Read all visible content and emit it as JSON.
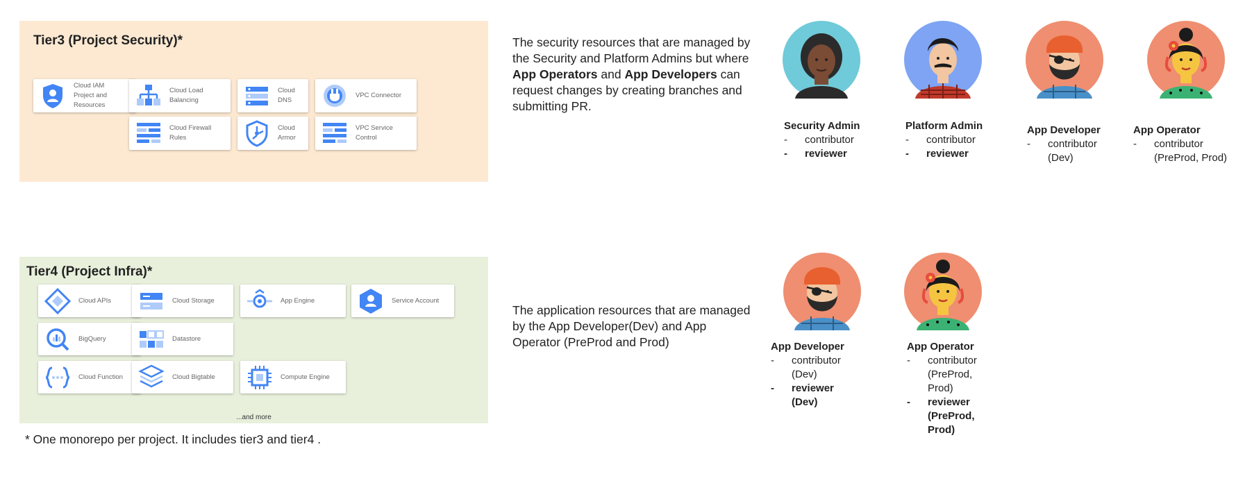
{
  "tier3": {
    "title": "Tier3 (Project Security)*",
    "cards": [
      {
        "icon": "cloud-iam-icon",
        "lines": [
          "Cloud IAM",
          "Project and Resources"
        ]
      },
      {
        "icon": "cloud-load-balancing-icon",
        "lines": [
          "Cloud Load Balancing"
        ]
      },
      {
        "icon": "cloud-dns-icon",
        "lines": [
          "Cloud DNS"
        ]
      },
      {
        "icon": "vpc-connector-icon",
        "lines": [
          "VPC Connector"
        ]
      },
      {
        "icon": "cloud-firewall-rules-icon",
        "lines": [
          "Cloud Firewall Rules"
        ]
      },
      {
        "icon": "cloud-armor-icon",
        "lines": [
          "Cloud Armor"
        ]
      },
      {
        "icon": "vpc-service-control-icon",
        "lines": [
          "VPC Service Control"
        ]
      }
    ],
    "description_parts": [
      {
        "text": "The security resources that are managed by the Security and Platform Admins but where ",
        "bold": false
      },
      {
        "text": "App Operators",
        "bold": true
      },
      {
        "text": " and ",
        "bold": false
      },
      {
        "text": "App Developers",
        "bold": true
      },
      {
        "text": " can request changes by creating branches and submitting PR.",
        "bold": false
      }
    ],
    "people": [
      {
        "avatar": "security-admin-avatar",
        "name": "Security Admin",
        "roles": [
          {
            "text": "contributor",
            "bold": false
          },
          {
            "text": "reviewer",
            "bold": true
          }
        ]
      },
      {
        "avatar": "platform-admin-avatar",
        "name": "Platform Admin",
        "roles": [
          {
            "text": "contributor",
            "bold": false
          },
          {
            "text": "reviewer",
            "bold": true
          }
        ]
      },
      {
        "avatar": "app-developer-avatar",
        "name": "App Developer",
        "roles": [
          {
            "text": "contributor (Dev)",
            "bold": false
          }
        ]
      },
      {
        "avatar": "app-operator-avatar",
        "name": "App Operator",
        "roles": [
          {
            "text": "contributor (PreProd, Prod)",
            "bold": false
          }
        ]
      }
    ]
  },
  "tier4": {
    "title": "Tier4 (Project Infra)*",
    "cards": [
      {
        "icon": "cloud-apis-icon",
        "lines": [
          "Cloud APIs"
        ]
      },
      {
        "icon": "cloud-storage-icon",
        "lines": [
          "Cloud Storage"
        ]
      },
      {
        "icon": "app-engine-icon",
        "lines": [
          "App Engine"
        ]
      },
      {
        "icon": "service-account-icon",
        "lines": [
          "Service Account"
        ]
      },
      {
        "icon": "bigquery-icon",
        "lines": [
          "BigQuery"
        ]
      },
      {
        "icon": "datastore-icon",
        "lines": [
          "Datastore"
        ]
      },
      {
        "icon": "cloud-function-icon",
        "lines": [
          "Cloud Function"
        ]
      },
      {
        "icon": "cloud-bigtable-icon",
        "lines": [
          "Cloud Bigtable"
        ]
      },
      {
        "icon": "compute-engine-icon",
        "lines": [
          "Compute Engine"
        ]
      }
    ],
    "more": "...and more",
    "description": "The application resources that are managed by the App Developer(Dev) and App Operator (PreProd and Prod)",
    "people": [
      {
        "avatar": "app-developer-avatar",
        "name": "App Developer",
        "roles": [
          {
            "text": "contributor (Dev)",
            "bold": false
          },
          {
            "text": "reviewer (Dev)",
            "bold": true
          }
        ]
      },
      {
        "avatar": "app-operator-avatar",
        "name": "App Operator",
        "roles": [
          {
            "text": "contributor (PreProd, Prod)",
            "bold": false
          },
          {
            "text": "reviewer (PreProd, Prod)",
            "bold": true
          }
        ]
      }
    ]
  },
  "footnote": "* One monorepo per project. It  includes tier3 and tier4 .",
  "colors": {
    "tier3_bg": "#fde9d2",
    "tier4_bg": "#e8f0dc",
    "gcp_blue": "#4285f4",
    "gcp_light_blue": "#aecbfa"
  }
}
